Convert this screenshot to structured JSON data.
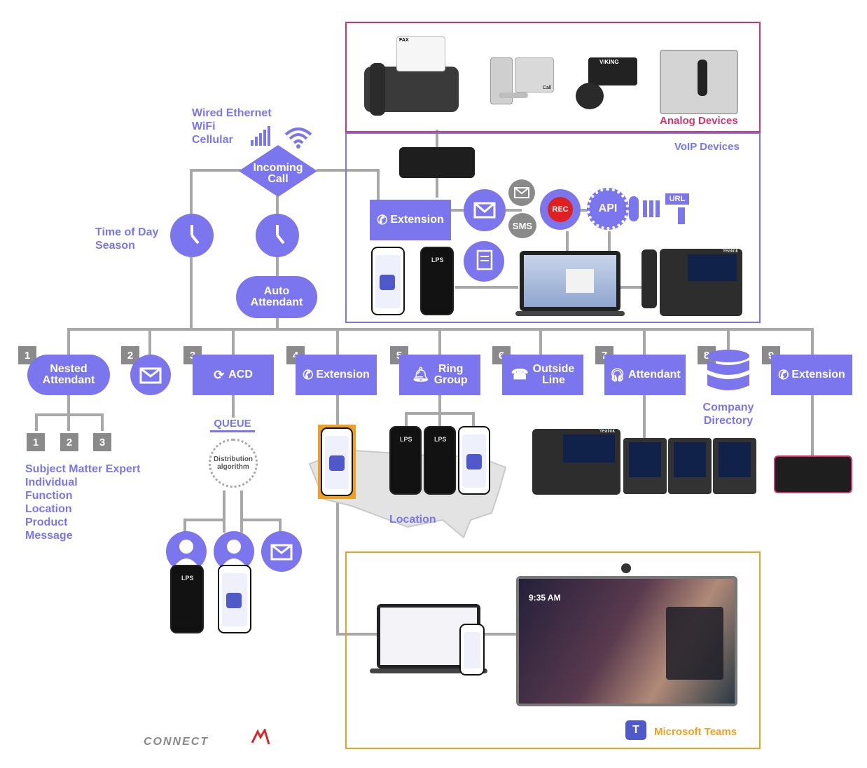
{
  "connectivity": {
    "line1": "Wired Ethernet",
    "line2": "WiFi",
    "line3": "Cellular"
  },
  "incoming_call": {
    "line1": "Incoming",
    "line2": "Call"
  },
  "time_label": {
    "line1": "Time of Day",
    "line2": "Season"
  },
  "auto_attendant": {
    "line1": "Auto",
    "line2": "Attendant"
  },
  "analog_devices": {
    "title": "Analog Devices",
    "fax_text": "FAX",
    "viking_text": "VIKING",
    "call_text": "Call",
    "color": "#d6336c"
  },
  "voip_devices": {
    "title": "VoIP Devices",
    "color": "#7b76ee"
  },
  "voip_features": {
    "extension_label": "Extension",
    "sms": "SMS",
    "rec": "REC",
    "api": "API",
    "url": "URL"
  },
  "options": [
    {
      "num": "1",
      "label1": "Nested",
      "label2": "Attendant"
    },
    {
      "num": "2",
      "icon": "voicemail-icon"
    },
    {
      "num": "3",
      "label1": "ACD"
    },
    {
      "num": "4",
      "label1": "Extension"
    },
    {
      "num": "5",
      "label1": "Ring",
      "label2": "Group"
    },
    {
      "num": "6",
      "label1": "Outside",
      "label2": "Line"
    },
    {
      "num": "7",
      "label1": "Attendant"
    },
    {
      "num": "8",
      "label1": "Company",
      "label2": "Directory"
    },
    {
      "num": "9",
      "label1": "Extension"
    }
  ],
  "nested": {
    "subs": [
      "1",
      "2",
      "3"
    ],
    "routing": [
      "Subject Matter Expert",
      "Individual",
      "Function",
      "Location",
      "Product",
      "Message"
    ]
  },
  "acd": {
    "queue": "QUEUE",
    "dist_line1": "Distribution",
    "dist_line2": "algorithm"
  },
  "location_label": "Location",
  "teams": {
    "title": "Microsoft Teams",
    "time": "9:35 AM",
    "color": "#f0a020"
  },
  "phone_brand": "LPS",
  "desk_brand": "Yealink",
  "logo": {
    "text": "CONNECT"
  },
  "colors": {
    "accent": "#7b76ee",
    "line": "#a8a8a8",
    "analog": "#d6336c",
    "teams": "#f0a020"
  }
}
